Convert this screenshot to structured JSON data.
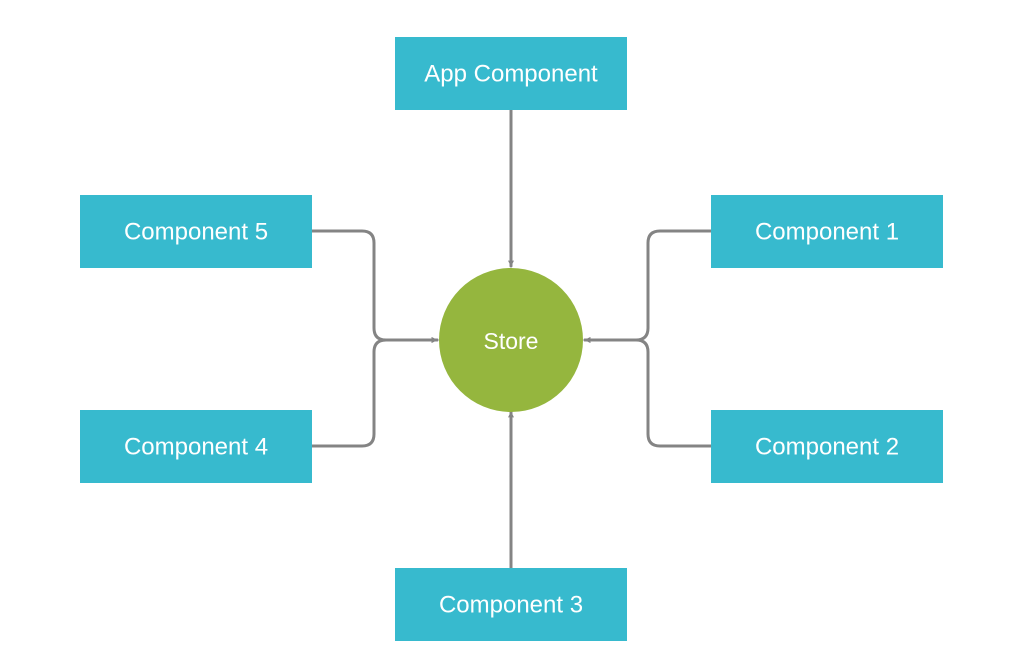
{
  "diagram": {
    "store": {
      "label": "Store"
    },
    "nodes": {
      "app": "App Component",
      "c1": "Component 1",
      "c2": "Component 2",
      "c3": "Component 3",
      "c4": "Component 4",
      "c5": "Component 5"
    },
    "edges": [
      {
        "from": "App Component",
        "to": "Store"
      },
      {
        "from": "Component 1",
        "to": "Store"
      },
      {
        "from": "Component 2",
        "to": "Store"
      },
      {
        "from": "Component 3",
        "to": "Store"
      },
      {
        "from": "Component 4",
        "to": "Store"
      },
      {
        "from": "Component 5",
        "to": "Store"
      }
    ]
  },
  "colors": {
    "box": "#37BACE",
    "store": "#95B63E",
    "connector": "#848484",
    "label": "#FFFFFF"
  }
}
